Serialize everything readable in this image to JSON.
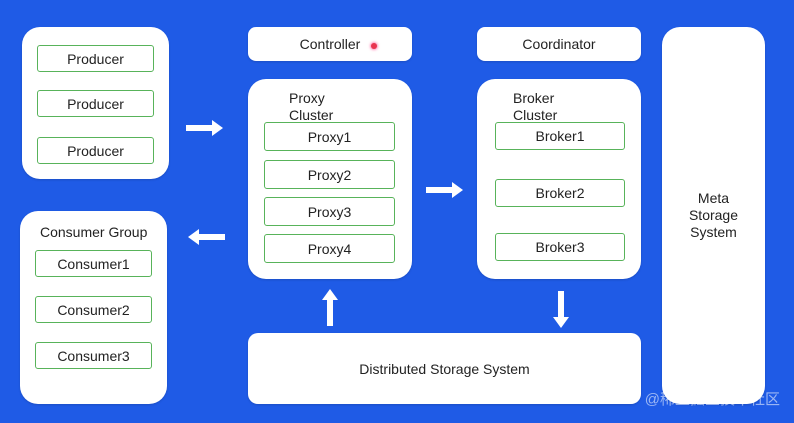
{
  "producers": [
    "Producer",
    "Producer",
    "Producer"
  ],
  "consumer_group": {
    "title": "Consumer Group",
    "consumers": [
      "Consumer1",
      "Consumer2",
      "Consumer3"
    ]
  },
  "controller": "Controller",
  "coordinator": "Coordinator",
  "proxy_cluster": {
    "title": "Proxy\nCluster",
    "proxies": [
      "Proxy1",
      "Proxy2",
      "Proxy3",
      "Proxy4"
    ]
  },
  "broker_cluster": {
    "title": "Broker\nCluster",
    "brokers": [
      "Broker1",
      "Broker2",
      "Broker3"
    ]
  },
  "meta_storage": "Meta\nStorage\nSystem",
  "distributed_storage": "Distributed Storage System",
  "watermark": "@稀土掘金技术社区",
  "colors": {
    "background": "#1f5be6",
    "panel": "#ffffff",
    "box_border": "#58b35a",
    "dot": "#e8344f"
  }
}
